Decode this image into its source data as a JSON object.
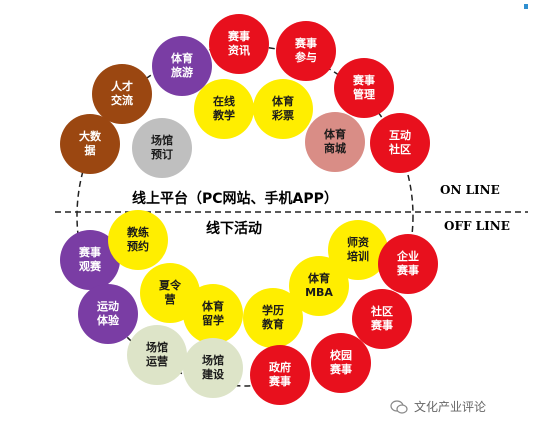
{
  "diagram": {
    "online_heading": "线上平台（PC网站、手机APP）",
    "offline_heading": "线下活动",
    "on_line_tag": "ON LINE",
    "off_line_tag": "OFF LINE",
    "watermark": "文化产业评论",
    "colors": {
      "red": "#e8101d",
      "purple": "#7a3da4",
      "brown": "#9b4711",
      "gray": "#bfbfbf",
      "yellow": "#ffee00",
      "pink": "#d98d86",
      "beige": "#dde4c8"
    },
    "nodes": [
      {
        "id": "sports-travel",
        "label": "体育\n旅游",
        "color": "purple",
        "icon": "purple-circle"
      },
      {
        "id": "event-info",
        "label": "赛事\n资讯",
        "color": "red",
        "icon": "red-circle"
      },
      {
        "id": "event-participation",
        "label": "赛事\n参与",
        "color": "red",
        "icon": "red-circle"
      },
      {
        "id": "talent-exchange",
        "label": "人才\n交流",
        "color": "brown",
        "icon": "brown-circle"
      },
      {
        "id": "online-teaching",
        "label": "在线\n教学",
        "color": "yellow",
        "icon": "yellow-circle"
      },
      {
        "id": "sports-lottery",
        "label": "体育\n彩票",
        "color": "yellow",
        "icon": "yellow-circle"
      },
      {
        "id": "event-management",
        "label": "赛事\n管理",
        "color": "red",
        "icon": "red-circle"
      },
      {
        "id": "big-data",
        "label": "大数\n据",
        "color": "brown",
        "icon": "brown-circle"
      },
      {
        "id": "venue-booking",
        "label": "场馆\n预订",
        "color": "gray",
        "icon": "gray-circle"
      },
      {
        "id": "sports-mall",
        "label": "体育\n商城",
        "color": "pink",
        "icon": "pink-circle"
      },
      {
        "id": "interactive-community",
        "label": "互动\n社区",
        "color": "red",
        "icon": "red-circle"
      },
      {
        "id": "event-viewing",
        "label": "赛事\n观赛",
        "color": "purple",
        "icon": "purple-circle"
      },
      {
        "id": "coach-booking",
        "label": "教练\n预约",
        "color": "yellow",
        "icon": "yellow-circle"
      },
      {
        "id": "teacher-training",
        "label": "师资\n培训",
        "color": "yellow",
        "icon": "yellow-circle"
      },
      {
        "id": "enterprise-events",
        "label": "企业\n赛事",
        "color": "red",
        "icon": "red-circle"
      },
      {
        "id": "summer-camp",
        "label": "夏令\n营",
        "color": "yellow",
        "icon": "yellow-circle"
      },
      {
        "id": "sports-mba",
        "label": "体育\nMBA",
        "color": "yellow",
        "icon": "yellow-circle"
      },
      {
        "id": "sports-experience",
        "label": "运动\n体验",
        "color": "purple",
        "icon": "purple-circle"
      },
      {
        "id": "study-abroad",
        "label": "体育\n留学",
        "color": "yellow",
        "icon": "yellow-circle"
      },
      {
        "id": "academic-education",
        "label": "学历\n教育",
        "color": "yellow",
        "icon": "yellow-circle"
      },
      {
        "id": "community-events",
        "label": "社区\n赛事",
        "color": "red",
        "icon": "red-circle"
      },
      {
        "id": "venue-operation",
        "label": "场馆\n运营",
        "color": "beige",
        "icon": "beige-circle"
      },
      {
        "id": "campus-events",
        "label": "校园\n赛事",
        "color": "red",
        "icon": "red-circle"
      },
      {
        "id": "venue-construction",
        "label": "场馆\n建设",
        "color": "beige",
        "icon": "beige-circle"
      },
      {
        "id": "government-events",
        "label": "政府\n赛事",
        "color": "red",
        "icon": "red-circle"
      }
    ]
  }
}
